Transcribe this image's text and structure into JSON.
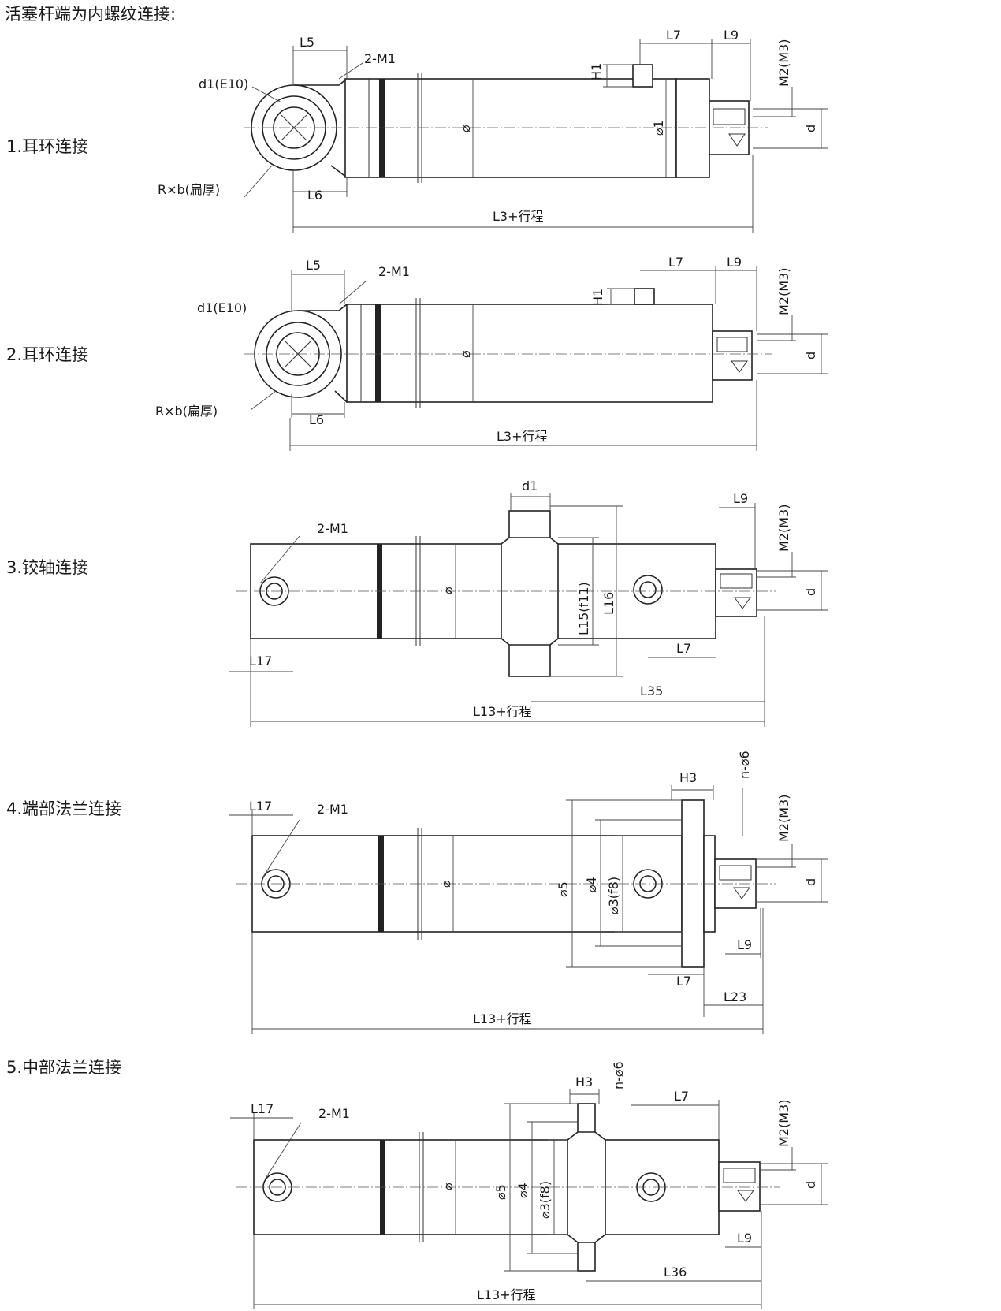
{
  "title": "活塞杆端为内螺纹连接:",
  "sections": [
    {
      "label": "1.耳环连接",
      "labels": {
        "L5": "L5",
        "M1": "2-M1",
        "d1": "d1(E10)",
        "H1": "H1",
        "L7": "L7",
        "L9": "L9",
        "M2": "M2(M3)",
        "d": "d",
        "phi": "⌀",
        "phi1": "⌀1",
        "Rb": "R×b(扁厚)",
        "L6": "L6",
        "L3": "L3+行程"
      }
    },
    {
      "label": "2.耳环连接",
      "labels": {
        "L5": "L5",
        "M1": "2-M1",
        "d1": "d1(E10)",
        "H1": "H1",
        "L7": "L7",
        "L9": "L9",
        "M2": "M2(M3)",
        "d": "d",
        "phi": "⌀",
        "Rb": "R×b(扁厚)",
        "L6": "L6",
        "L3": "L3+行程"
      }
    },
    {
      "label": "3.铰轴连接",
      "labels": {
        "d1": "d1",
        "L9": "L9",
        "M1": "2-M1",
        "M2": "M2(M3)",
        "d": "d",
        "phi": "⌀",
        "L15": "L15(f11)",
        "L16": "L16",
        "L17": "L17",
        "L7": "L7",
        "L35": "L35",
        "L13": "L13+行程"
      }
    },
    {
      "label": "4.端部法兰连接",
      "labels": {
        "H3": "H3",
        "n6": "n-⌀6",
        "L17": "L17",
        "M1": "2-M1",
        "M2": "M2(M3)",
        "d": "d",
        "phi": "⌀",
        "phi5": "⌀5",
        "phi4": "⌀4",
        "phi3": "⌀3(f8)",
        "L9": "L9",
        "L7": "L7",
        "L23": "L23",
        "L13": "L13+行程"
      }
    },
    {
      "label": "5.中部法兰连接",
      "labels": {
        "H3": "H3",
        "n6": "n-⌀6",
        "L7": "L7",
        "L17": "L17",
        "M1": "2-M1",
        "M2": "M2(M3)",
        "d": "d",
        "phi": "⌀",
        "phi5": "⌀5",
        "phi4": "⌀4",
        "phi3": "⌀3(f8)",
        "L9": "L9",
        "L36": "L36",
        "L13": "L13+行程"
      }
    }
  ]
}
